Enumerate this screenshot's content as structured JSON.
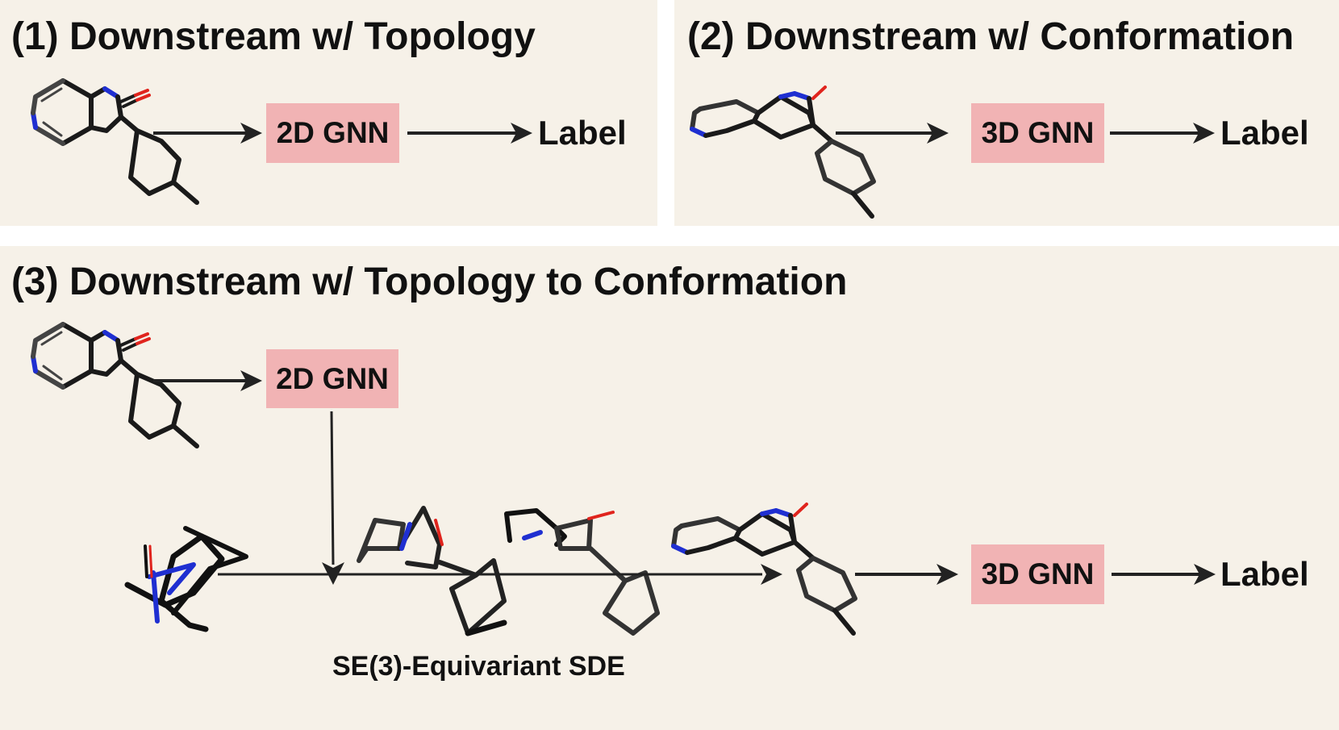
{
  "panels": {
    "topology": {
      "title": "(1) Downstream w/ Topology",
      "model_label": "2D GNN",
      "output_label": "Label"
    },
    "conformation": {
      "title": "(2) Downstream w/ Conformation",
      "model_label": "3D GNN",
      "output_label": "Label"
    },
    "topology_to_conformation": {
      "title": "(3) Downstream w/ Topology to Conformation",
      "encoder_label": "2D GNN",
      "model_label": "3D GNN",
      "output_label": "Label",
      "process_label": "SE(3)-Equivariant SDE"
    }
  },
  "colors": {
    "panel_background": "#f6f1e8",
    "gnn_box": "#f1b3b4",
    "carbon_bond": "#1a1a1a",
    "nitrogen": "#1f2fd1",
    "oxygen": "#e0241d",
    "arrow": "#222222"
  }
}
